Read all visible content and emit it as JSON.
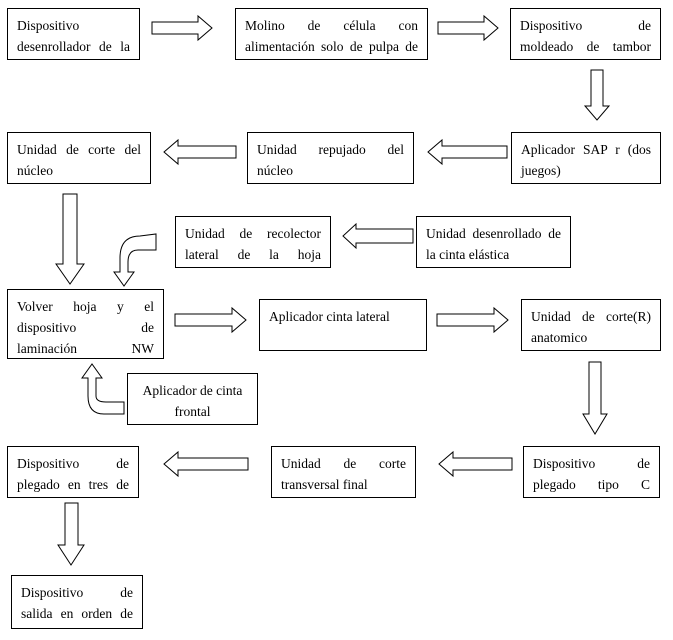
{
  "boxes": {
    "b1": "Dispositivo desenrollador de la",
    "b2": "Molino de célula con alimentación solo de pulpa de",
    "b3": "Dispositivo de moldeado de tambor",
    "b4": "Aplicador SAP r (dos juegos)",
    "b5": "Unidad repujado del núcleo",
    "b6": "Unidad de corte del núcleo",
    "b7": "Unidad desenrollado de la cinta elástica",
    "b8": "Unidad de recolector lateral de la hoja",
    "b9": "Volver hoja y el dispositivo de laminación NW",
    "b10": "Aplicador cinta lateral",
    "b11": "Unidad de corte(R) anatomico",
    "b12": "Aplicador de cinta frontal",
    "b13": "Dispositivo de plegado tipo C",
    "b14": "Unidad de corte transversal final",
    "b15": "Dispositivo de plegado en tres de",
    "b16": "Dispositivo de salida en orden de"
  }
}
